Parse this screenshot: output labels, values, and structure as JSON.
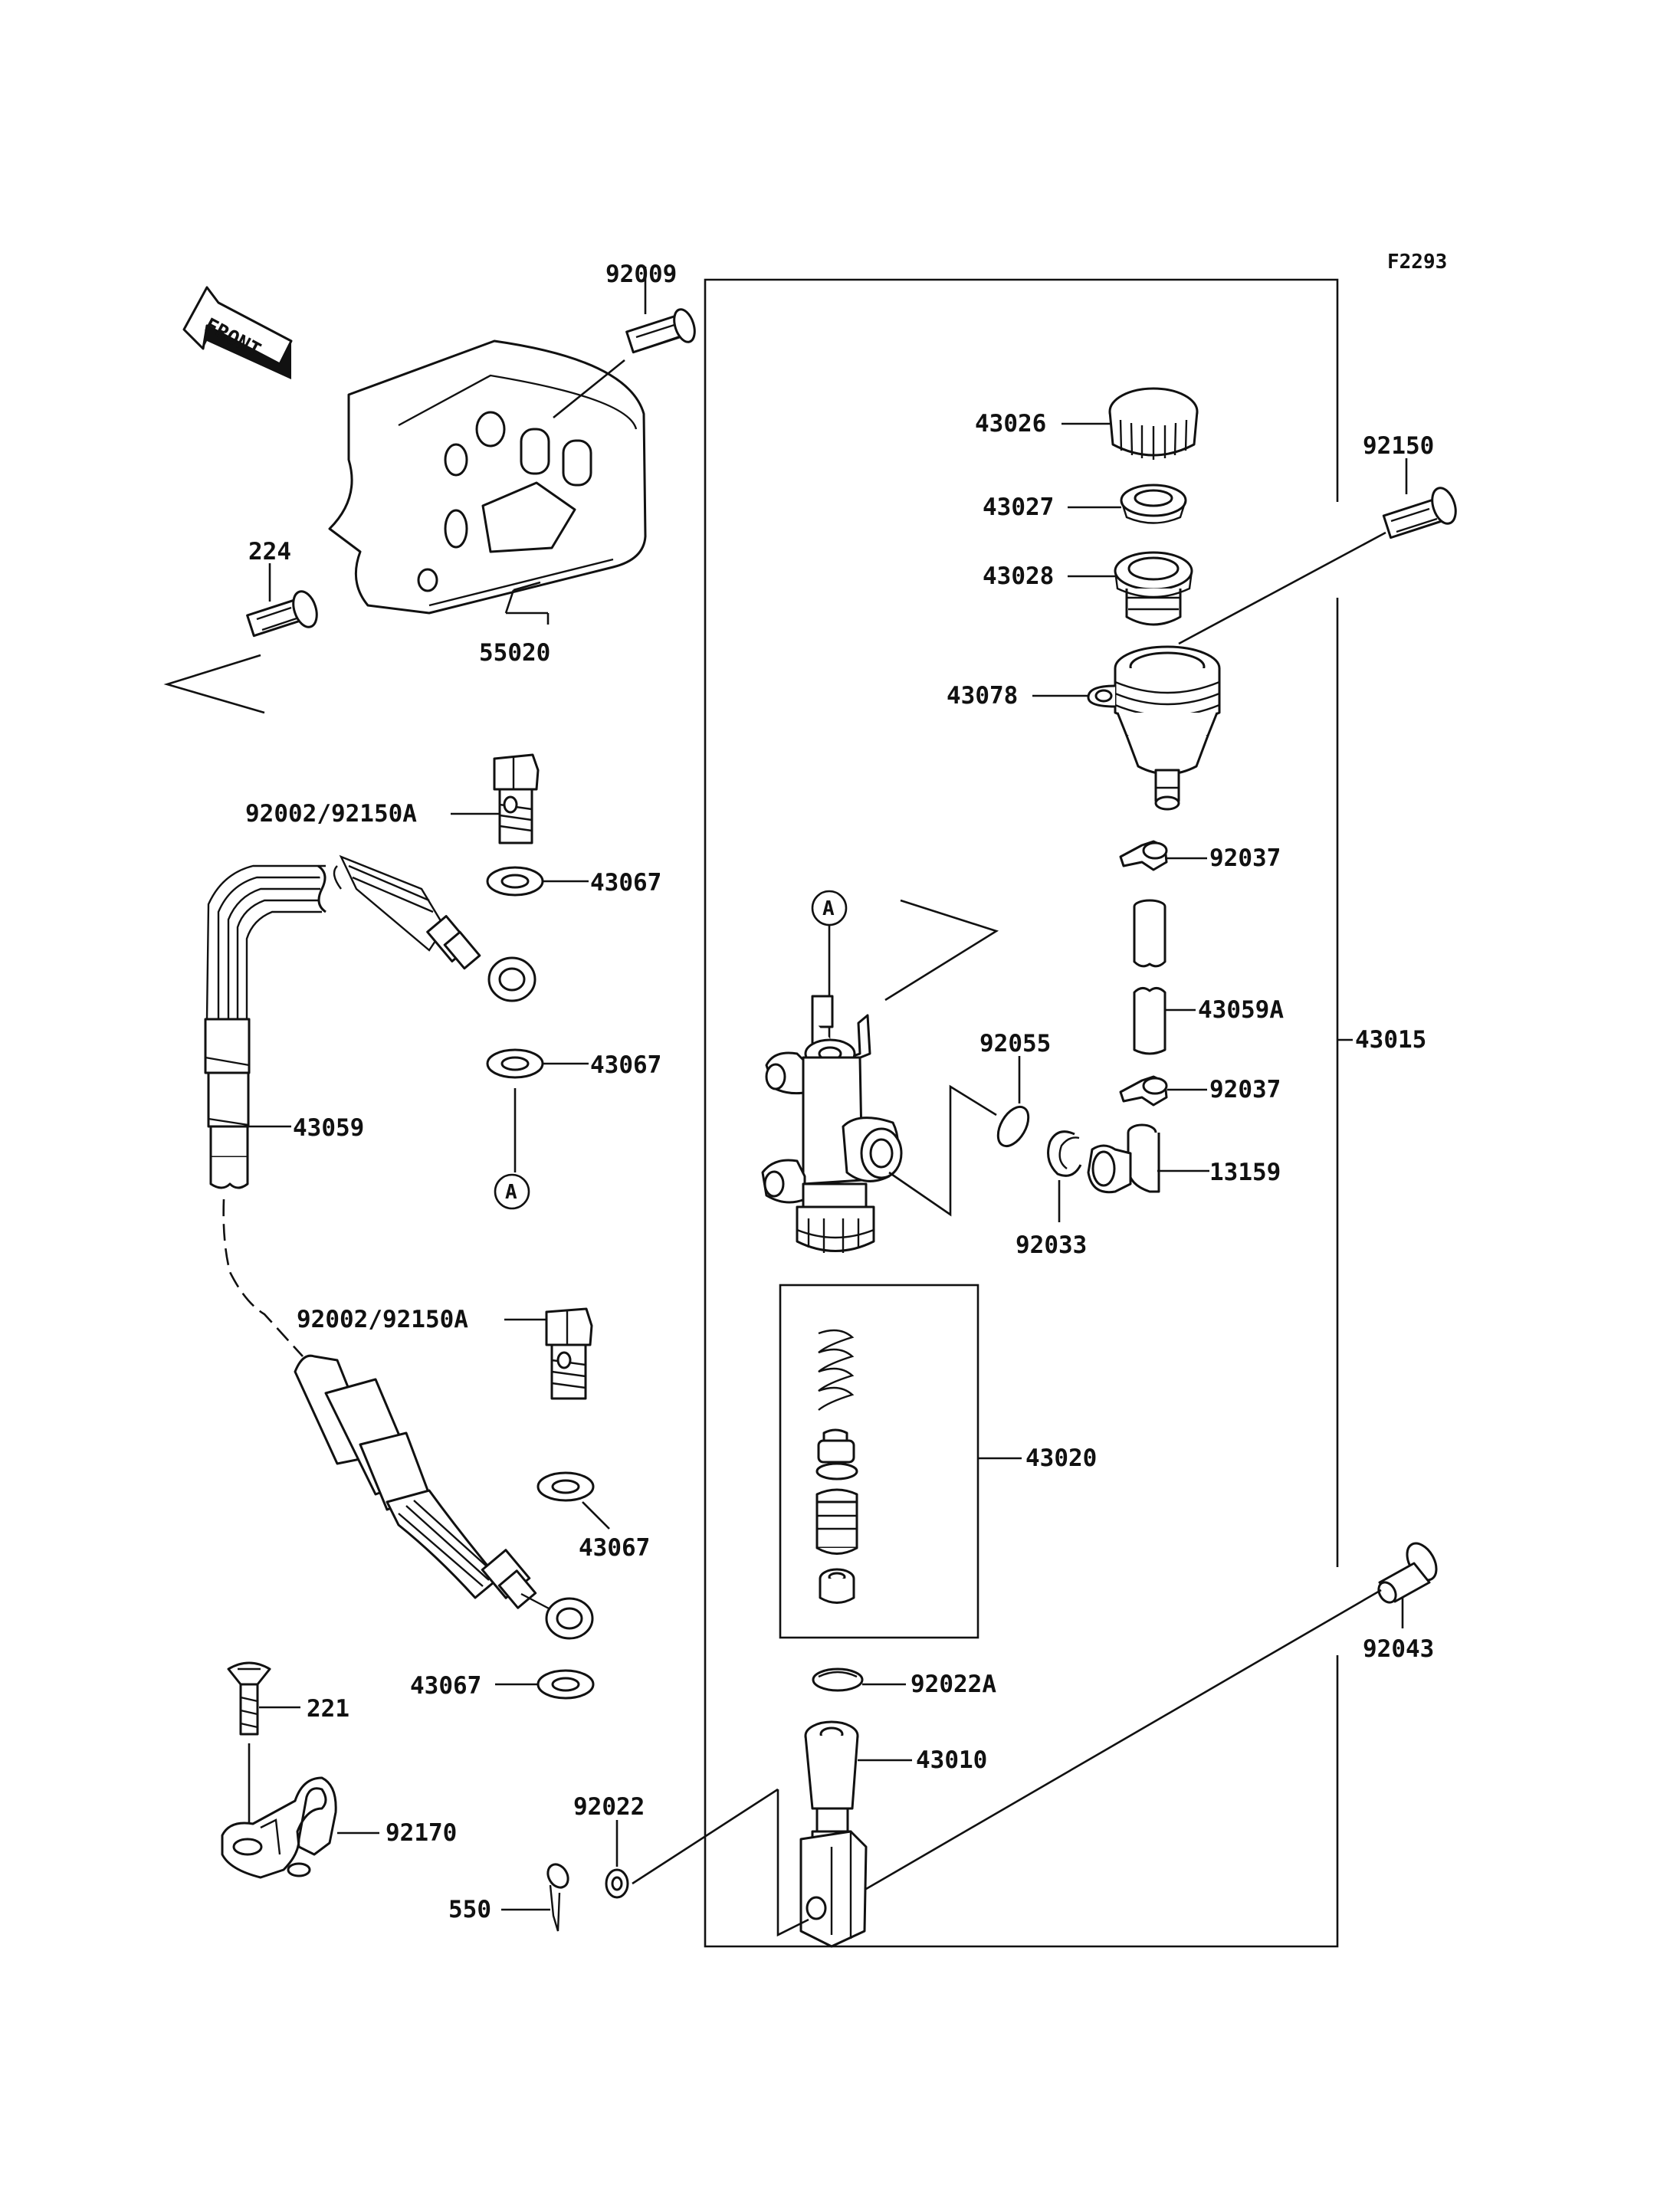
{
  "diagram": {
    "ref_code": "F2293",
    "front_label": "FRONT",
    "circle_marker": "A",
    "part_labels": {
      "p92009": "92009",
      "p224": "224",
      "p55020": "55020",
      "p92002a": "92002/92150A",
      "p43067a": "43067",
      "p43067b": "43067",
      "p43059": "43059",
      "p92002b": "92002/92150A",
      "p43067c": "43067",
      "p43067d": "43067",
      "p221": "221",
      "p92170": "92170",
      "p550": "550",
      "p92022": "92022",
      "p43026": "43026",
      "p43027": "43027",
      "p43028": "43028",
      "p43078": "43078",
      "p92150": "92150",
      "p92037a": "92037",
      "p43059a": "43059A",
      "p92037b": "92037",
      "p13159": "13159",
      "p92055": "92055",
      "p92033": "92033",
      "p43015": "43015",
      "p43020": "43020",
      "p92022a": "92022A",
      "p43010": "43010",
      "p92043": "92043"
    }
  }
}
